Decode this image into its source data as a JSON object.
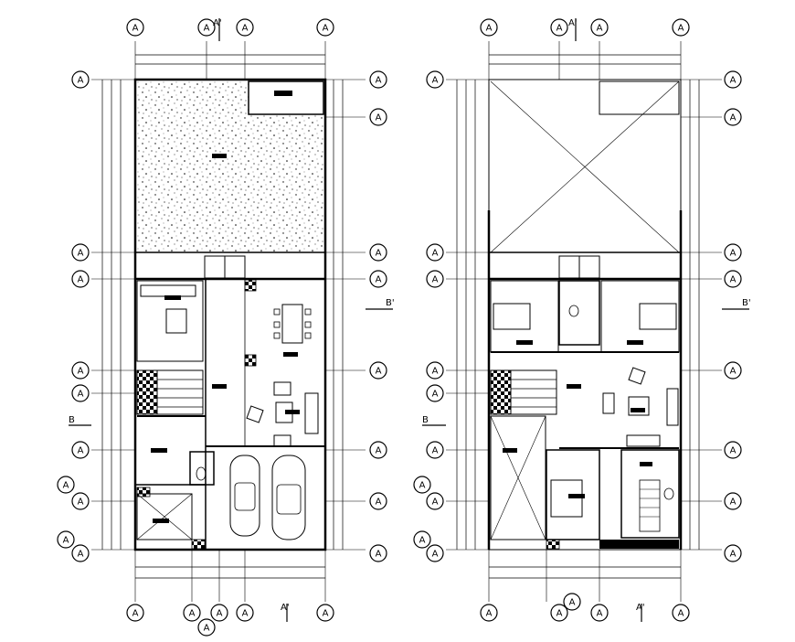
{
  "grid_bubble_label": "A",
  "section_markers": {
    "a": "A'",
    "b": "B",
    "b_prime": "B'"
  },
  "plans": [
    {
      "id": "ground-floor"
    },
    {
      "id": "upper-floor"
    }
  ],
  "hatch": {
    "courtyard": "stipple",
    "stairs": "checker"
  },
  "colors": {
    "line": "#000000",
    "background": "#ffffff"
  }
}
